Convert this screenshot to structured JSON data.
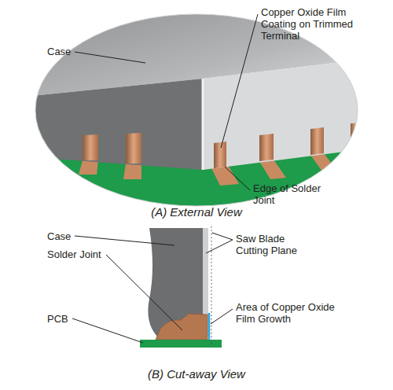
{
  "diagram": {
    "labels": [
      "Case",
      "Copper Oxide Film Coating on Trimmed Terminal",
      "Edge of Solder Joint",
      "(A) External View",
      "Case",
      "Solder Joint",
      "PCB",
      "Saw Blade Cutting Plane",
      "Area of Copper Oxide Film Growth",
      "(B) Cut-away View"
    ]
  }
}
